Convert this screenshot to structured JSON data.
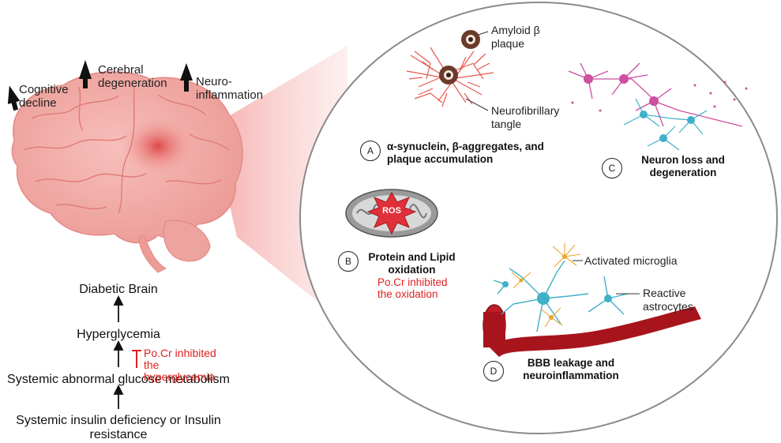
{
  "brain": {
    "effects": [
      "Cognitive decline",
      "Cerebral degeneration",
      "Neuro-inflammation"
    ]
  },
  "flow": {
    "steps": [
      "Diabetic Brain",
      "Hyperglycemia",
      "Systemic abnormal glucose metabolism",
      "Systemic insulin deficiency or Insulin resistance"
    ],
    "inhibition": "Po.Cr inhibited the hyperglycemia"
  },
  "panels": {
    "a": {
      "letter": "A",
      "title": "α-synuclein, β-aggregates, and plaque accumulation",
      "label_plaque": "Amyloid β plaque",
      "label_tangle": "Neurofibrillary tangle"
    },
    "b": {
      "letter": "B",
      "title": "Protein and Lipid oxidation",
      "note": "Po.Cr inhibited the oxidation",
      "ros": "ROS"
    },
    "c": {
      "letter": "C",
      "title": "Neuron loss and degeneration"
    },
    "d": {
      "letter": "D",
      "title": "BBB leakage and neuroinflammation",
      "label_microglia": "Activated microglia",
      "label_astrocytes": "Reactive astrocytes"
    }
  },
  "colors": {
    "brain": "#f2aaa6",
    "inhibition_red": "#e02020",
    "vessel": "#a8141c",
    "astrocyte": "#3fb0c8",
    "microglia": "#e9a62e",
    "neuron_pink": "#cc4fa0",
    "tangle": "#e8584c"
  }
}
